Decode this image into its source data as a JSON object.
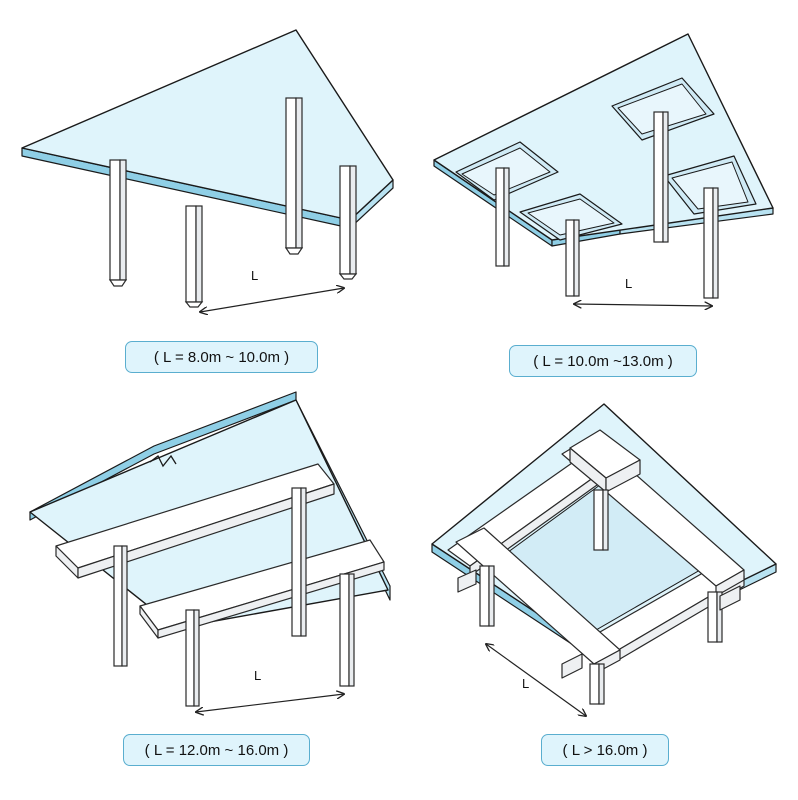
{
  "panels": [
    {
      "id": "flat-slab",
      "span_text": "( L = 8.0m ~ 10.0m )",
      "dim_label": "L"
    },
    {
      "id": "waffle-slab",
      "span_text": "( L = 10.0m ~13.0m )",
      "dim_label": "L"
    },
    {
      "id": "one-way-beam-slab",
      "span_text": "( L = 12.0m ~ 16.0m )",
      "dim_label": "L"
    },
    {
      "id": "two-way-beam-grid",
      "span_text": "( L > 16.0m )",
      "dim_label": "L"
    }
  ],
  "colors": {
    "slab_top": "#dff4fb",
    "slab_edge": "#8fcfe6",
    "label_fill": "#dff4fc",
    "label_border": "#5aaecf"
  }
}
